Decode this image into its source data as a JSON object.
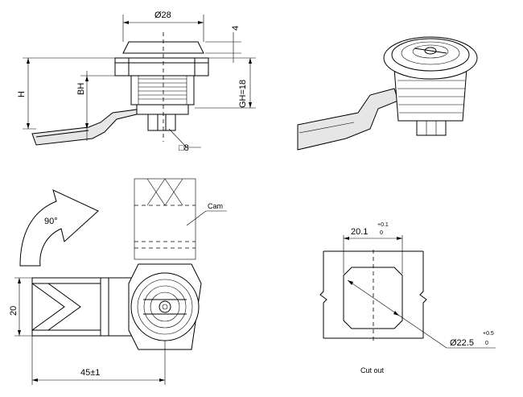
{
  "dims": {
    "top_diameter": "Ø28",
    "top_thickness": "4",
    "height": "H",
    "bh": "BH",
    "gh": "GH=18",
    "square": "□8",
    "rotation": "90°",
    "cam": "Cam",
    "width": "20",
    "length": "45±1"
  },
  "cutout": {
    "width_value": "20.1",
    "width_tol_upper": "+0.1",
    "width_tol_lower": "0",
    "diameter_value": "Ø22.5",
    "diameter_tol_upper": "+0.5",
    "diameter_tol_lower": "0",
    "label": "Cut out"
  }
}
